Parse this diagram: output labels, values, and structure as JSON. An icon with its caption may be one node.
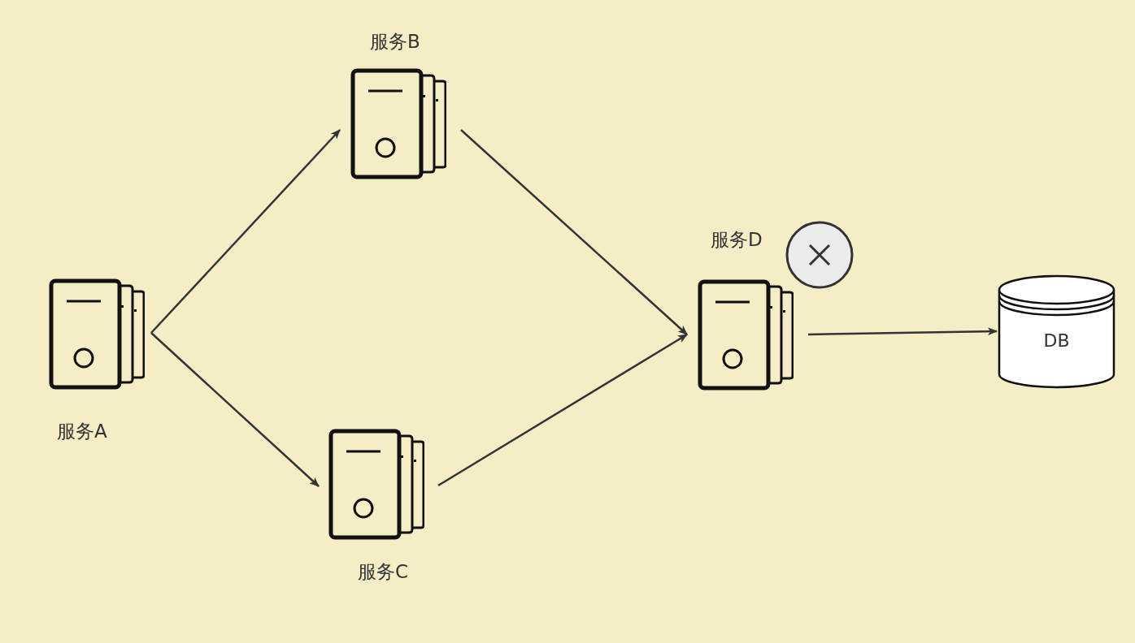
{
  "diagram": {
    "nodes": [
      {
        "text": [
          "服务A"
        ]
      },
      {
        "text": [
          "服务B"
        ]
      },
      {
        "text": [
          "服务C"
        ]
      },
      {
        "text": [
          "服务D"
        ]
      },
      {
        "text": [
          "DB"
        ]
      }
    ],
    "edges": [
      {
        "from": 0,
        "to": 1,
        "arrow": "to"
      },
      {
        "from": 0,
        "to": 2,
        "arrow": "to"
      },
      {
        "from": 1,
        "to": 3,
        "arrow": "to"
      },
      {
        "from": 2,
        "to": 3,
        "arrow": "to"
      },
      {
        "from": 3,
        "to": 4,
        "arrow": "to"
      }
    ]
  }
}
